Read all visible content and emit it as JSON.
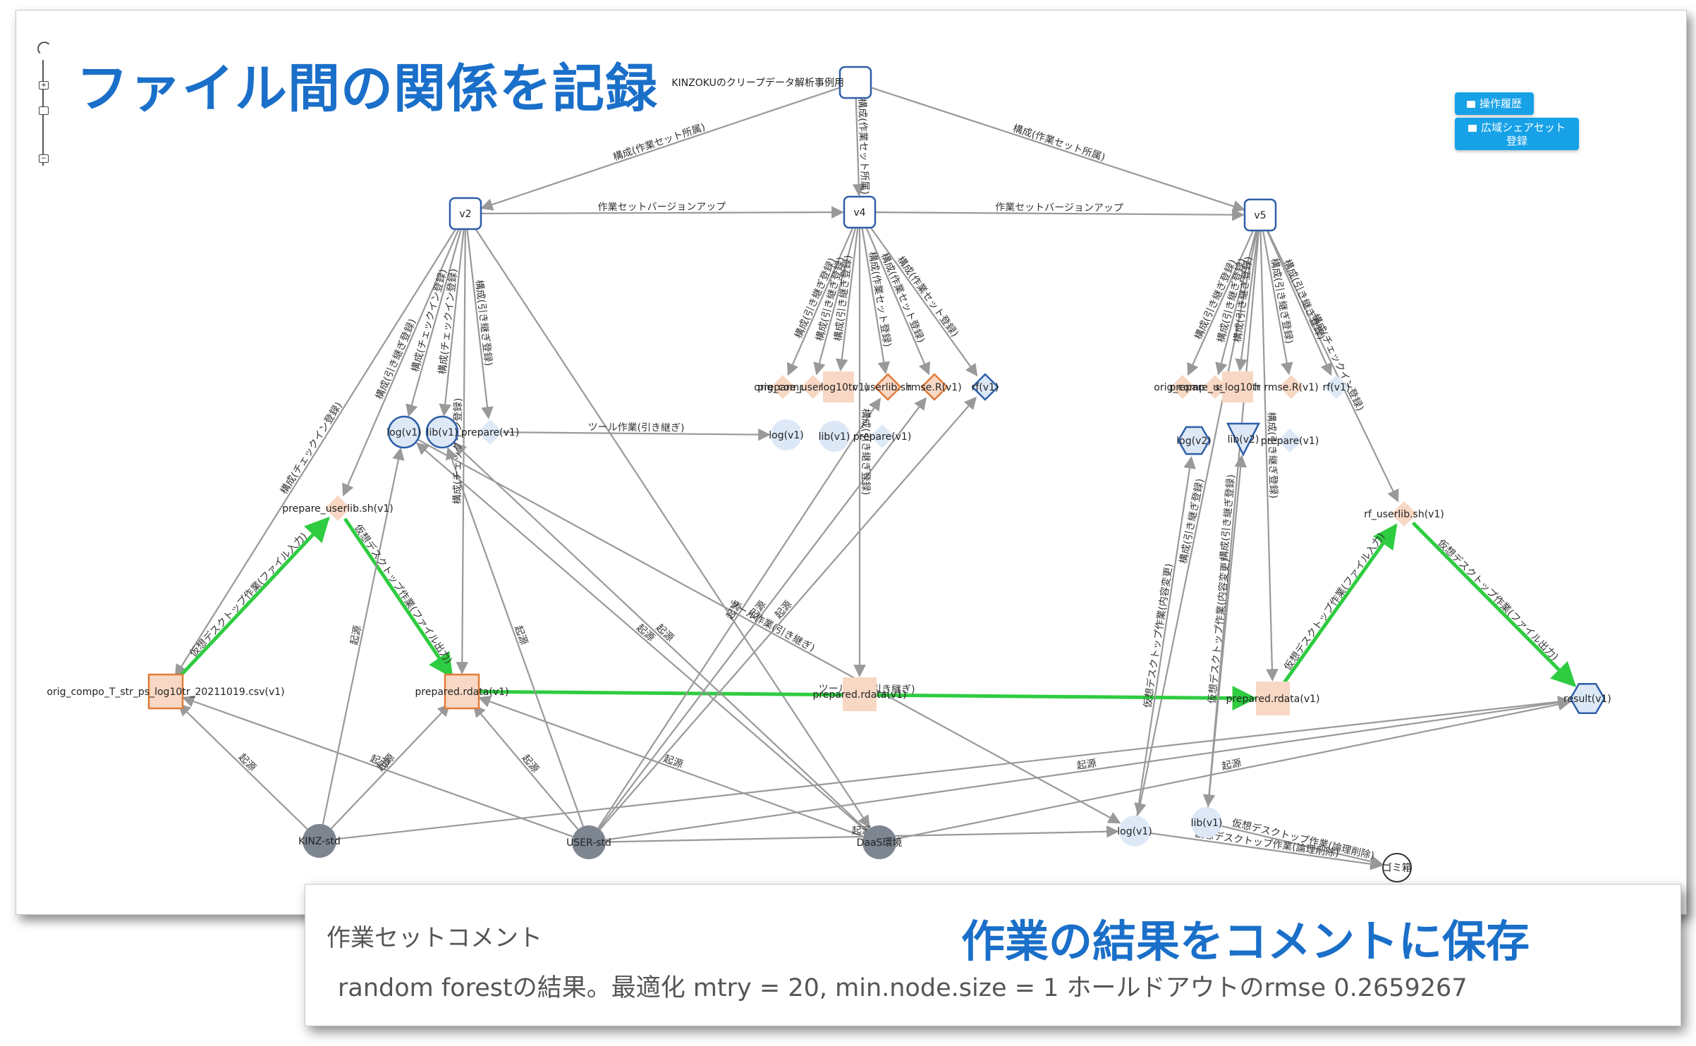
{
  "page": {
    "headline": "ファイル間の関係を記録",
    "buttons": {
      "history": "操作履歴",
      "share": "広域シェアセット\n登録"
    },
    "comment": {
      "label": "作業セットコメント",
      "headline": "作業の結果をコメントに保存",
      "text": "random forestの結果。最適化 mtry = 20, min.node.size = 1 ホールドアウトのrmse 0.2659267"
    },
    "colors": {
      "headline": "#1a6fc9",
      "button": "#17a2e8",
      "edge": "#999999",
      "highlight_edge": "#2ecc40",
      "node_border_blue": "#2e5fa8",
      "file_fill": "#f8d8c4",
      "file_border": "#e07b39",
      "env_fill": "#7d8590",
      "light_fill": "#dde8f7"
    }
  },
  "graph": {
    "nodes": [
      {
        "id": "root",
        "label": "KINZOKUのクリープデータ解析事例用",
        "shape": "rounded-square",
        "style": "blue-outline"
      },
      {
        "id": "v2",
        "label": "v2",
        "shape": "rounded-square",
        "style": "blue-outline"
      },
      {
        "id": "v4",
        "label": "v4",
        "shape": "rounded-square",
        "style": "blue-outline"
      },
      {
        "id": "v5",
        "label": "v5",
        "shape": "rounded-square",
        "style": "blue-outline"
      },
      {
        "id": "v2log",
        "label": "log(v1)",
        "shape": "circle",
        "style": "blue-outline"
      },
      {
        "id": "v2lib",
        "label": "lib(v1)",
        "shape": "circle",
        "style": "blue-outline"
      },
      {
        "id": "v2prep",
        "label": "prepare(v1)",
        "shape": "diamond",
        "style": "light"
      },
      {
        "id": "v2prepsh",
        "label": "prepare_userlib.sh(v1)",
        "shape": "diamond",
        "style": "peach"
      },
      {
        "id": "origcsv",
        "label": "orig_compo_T_str_ps_log10tr_20211019.csv(v1)",
        "shape": "square",
        "style": "orange-outline"
      },
      {
        "id": "prep1",
        "label": "prepared.rdata(v1)",
        "shape": "square",
        "style": "orange-outline"
      },
      {
        "id": "v4orig",
        "label": "orig_compo",
        "shape": "diamond",
        "style": "peach"
      },
      {
        "id": "v4prepsh",
        "label": "prepare_userlib.sh(v1)",
        "shape": "diamond",
        "style": "peach"
      },
      {
        "id": "v4sq",
        "label": "log10tr",
        "shape": "square",
        "style": "peach"
      },
      {
        "id": "v4userlib",
        "label": "userlib.sh",
        "shape": "diamond",
        "style": "orange-outline"
      },
      {
        "id": "v4rmse",
        "label": "rmse.R(v1)",
        "shape": "diamond",
        "style": "orange-outline"
      },
      {
        "id": "v4rf",
        "label": "rf(v1)",
        "shape": "diamond",
        "style": "blue-outline"
      },
      {
        "id": "v4log",
        "label": "log(v1)",
        "shape": "circle",
        "style": "light"
      },
      {
        "id": "v4lib",
        "label": "lib(v1)",
        "shape": "circle",
        "style": "light"
      },
      {
        "id": "v4prep",
        "label": "prepare(v1)",
        "shape": "diamond",
        "style": "light"
      },
      {
        "id": "prep2",
        "label": "prepared.rdata(v1)",
        "shape": "square",
        "style": "peach"
      },
      {
        "id": "v5orig",
        "label": "orig_compo",
        "shape": "diamond",
        "style": "peach"
      },
      {
        "id": "v5prep",
        "label": "prepare_userlib.sh",
        "shape": "diamond",
        "style": "peach"
      },
      {
        "id": "v5sq",
        "label": "s_log10tr",
        "shape": "square",
        "style": "peach"
      },
      {
        "id": "v5rmse",
        "label": "rmse.R(v1)",
        "shape": "diamond",
        "style": "peach"
      },
      {
        "id": "v5rf",
        "label": "rf(v1)",
        "shape": "diamond",
        "style": "light"
      },
      {
        "id": "v5log",
        "label": "log(v2)",
        "shape": "hexagon",
        "style": "blue-outline"
      },
      {
        "id": "v5lib",
        "label": "lib(v2)",
        "shape": "triangle",
        "style": "blue-outline"
      },
      {
        "id": "v5prepare",
        "label": "prepare(v1)",
        "shape": "diamond",
        "style": "light"
      },
      {
        "id": "rfsh",
        "label": "rf_userlib.sh(v1)",
        "shape": "diamond",
        "style": "peach"
      },
      {
        "id": "prep3",
        "label": "prepared.rdata(v1)",
        "shape": "square",
        "style": "peach"
      },
      {
        "id": "result",
        "label": "result(v1)",
        "shape": "hexagon",
        "style": "blue-outline"
      },
      {
        "id": "kinz",
        "label": "KINZ-std",
        "shape": "circle",
        "style": "env"
      },
      {
        "id": "user",
        "label": "USER-std",
        "shape": "circle",
        "style": "env"
      },
      {
        "id": "daas",
        "label": "DaaS環境",
        "shape": "circle",
        "style": "env"
      },
      {
        "id": "log3",
        "label": "log(v1)",
        "shape": "circle",
        "style": "light"
      },
      {
        "id": "lib3",
        "label": "lib(v1)",
        "shape": "circle",
        "style": "light"
      },
      {
        "id": "trash",
        "label": "ゴミ箱",
        "shape": "circle",
        "style": "white"
      }
    ],
    "edges": [
      {
        "from": "root",
        "to": "v2",
        "label": "構成(作業セット所属)"
      },
      {
        "from": "root",
        "to": "v4",
        "label": "構成(作業セット所属)"
      },
      {
        "from": "root",
        "to": "v5",
        "label": "構成(作業セット所属)"
      },
      {
        "from": "v2",
        "to": "v4",
        "label": "作業セットバージョンアップ"
      },
      {
        "from": "v4",
        "to": "v5",
        "label": "作業セットバージョンアップ"
      },
      {
        "from": "v2",
        "to": "origcsv",
        "label": "構成(チェックイン登録)"
      },
      {
        "from": "v2",
        "to": "v2prepsh",
        "label": "構成(引き継ぎ登録)"
      },
      {
        "from": "v2",
        "to": "v2log",
        "label": "構成(チェックイン登録)"
      },
      {
        "from": "v2",
        "to": "v2lib",
        "label": "構成(チェックイン登録)"
      },
      {
        "from": "v2",
        "to": "v2prep",
        "label": "構成(引き継ぎ登録)"
      },
      {
        "from": "v2",
        "to": "prep1",
        "label": "構成(チェックイン登録)"
      },
      {
        "from": "v2",
        "to": "daas",
        "label": ""
      },
      {
        "from": "v4",
        "to": "v4orig",
        "label": "構成(引き継ぎ登録)"
      },
      {
        "from": "v4",
        "to": "v4prepsh",
        "label": "構成(引き継ぎ登録)"
      },
      {
        "from": "v4",
        "to": "v4sq",
        "label": "構成(引き継ぎ登録)"
      },
      {
        "from": "v4",
        "to": "v4userlib",
        "label": "構成(作業セット登録)"
      },
      {
        "from": "v4",
        "to": "v4rmse",
        "label": "構成(作業セット登録)"
      },
      {
        "from": "v4",
        "to": "v4rf",
        "label": "構成(作業セット登録)"
      },
      {
        "from": "v4",
        "to": "prep2",
        "label": "構成(引き継ぎ登録)"
      },
      {
        "from": "v5",
        "to": "v5orig",
        "label": "構成(引き継ぎ登録)"
      },
      {
        "from": "v5",
        "to": "v5prep",
        "label": "構成(引き継ぎ登録)"
      },
      {
        "from": "v5",
        "to": "v5sq",
        "label": "構成(引き継ぎ登録)"
      },
      {
        "from": "v5",
        "to": "v5rmse",
        "label": "構成(引き継ぎ登録)"
      },
      {
        "from": "v5",
        "to": "v5rf",
        "label": "構成(引き継ぎ登録)"
      },
      {
        "from": "v5",
        "to": "rfsh",
        "label": "構成(チェックイン登録)"
      },
      {
        "from": "v5",
        "to": "prep3",
        "label": "構成(引き継ぎ登録)"
      },
      {
        "from": "v5",
        "to": "log3",
        "label": "構成(引き継ぎ登録)"
      },
      {
        "from": "v5",
        "to": "lib3",
        "label": "構成(引き継ぎ登録)"
      },
      {
        "from": "v2prep",
        "to": "v4log",
        "label": "ツール作業(引き継ぎ)"
      },
      {
        "from": "v2log",
        "to": "log3",
        "label": "ツール作業(引き継ぎ)"
      },
      {
        "from": "v2prepsh",
        "to": "prep1",
        "label": "仮想デスクトップ作業(ファイル出力)",
        "highlight": true
      },
      {
        "from": "origcsv",
        "to": "v2prepsh",
        "label": "仮想デスクトップ作業(ファイル入力)",
        "highlight": true
      },
      {
        "from": "prep1",
        "to": "prep3",
        "label": "ツール作業(引き継ぎ)",
        "highlight": true
      },
      {
        "from": "prep3",
        "to": "rfsh",
        "label": "仮想デスクトップ作業(ファイル入力)",
        "highlight": true
      },
      {
        "from": "rfsh",
        "to": "result",
        "label": "仮想デスクトップ作業(ファイル出力)",
        "highlight": true
      },
      {
        "from": "log3",
        "to": "v5log",
        "label": "仮想デスクトップ作業(内容変更)"
      },
      {
        "from": "lib3",
        "to": "v5lib",
        "label": "仮想デスクトップ作業(内容変更)"
      },
      {
        "from": "lib3",
        "to": "trash",
        "label": "仮想デスクトップ作業(論理削除)"
      },
      {
        "from": "log3",
        "to": "trash",
        "label": "仮想デスクトップ作業(論理削除)"
      },
      {
        "from": "kinz",
        "to": "origcsv",
        "label": "起源"
      },
      {
        "from": "kinz",
        "to": "prep1",
        "label": "起源"
      },
      {
        "from": "kinz",
        "to": "v2log",
        "label": "起源"
      },
      {
        "from": "kinz",
        "to": "result",
        "label": ""
      },
      {
        "from": "user",
        "to": "v2lib",
        "label": "起源"
      },
      {
        "from": "user",
        "to": "prep1",
        "label": "起源"
      },
      {
        "from": "user",
        "to": "origcsv",
        "label": "起源"
      },
      {
        "from": "user",
        "to": "v4userlib",
        "label": "起源"
      },
      {
        "from": "user",
        "to": "v4rmse",
        "label": "起源"
      },
      {
        "from": "user",
        "to": "v4rf",
        "label": "起源"
      },
      {
        "from": "user",
        "to": "result",
        "label": "起源"
      },
      {
        "from": "daas",
        "to": "v2log",
        "label": "起源"
      },
      {
        "from": "daas",
        "to": "v2lib",
        "label": "起源"
      },
      {
        "from": "daas",
        "to": "prep1",
        "label": "起源"
      },
      {
        "from": "daas",
        "to": "result",
        "label": "起源"
      },
      {
        "from": "user",
        "to": "log3",
        "label": "起源"
      }
    ]
  }
}
